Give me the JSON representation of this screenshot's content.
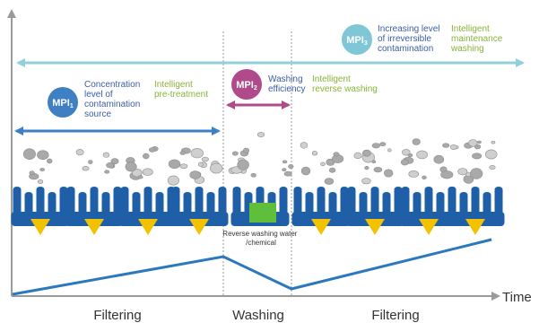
{
  "axis": {
    "time_label": "Time"
  },
  "phases": [
    {
      "label": "Filtering"
    },
    {
      "label": "Washing"
    },
    {
      "label": "Filtering"
    }
  ],
  "indicators": [
    {
      "badge_main": "MPI",
      "badge_sub": "1",
      "badge_color": "#3f7fc4",
      "desc_lines": [
        "Concentration",
        "level of",
        "contamination",
        "source"
      ],
      "action_lines": [
        "Intelligent",
        "pre-treatment"
      ]
    },
    {
      "badge_main": "MPI",
      "badge_sub": "2",
      "badge_color": "#b14a8a",
      "desc_lines": [
        "Washing",
        "efficiency"
      ],
      "action_lines": [
        "Intelligent",
        "reverse washing"
      ]
    },
    {
      "badge_main": "MPI",
      "badge_sub": "3",
      "badge_color": "#7fc6d6",
      "desc_lines": [
        "Increasing level",
        "of irreversible",
        "contamination"
      ],
      "action_lines": [
        "Intelligent",
        "maintenance",
        "washing"
      ]
    }
  ],
  "washing_note_lines": [
    "Reverse washing water",
    "/chemical"
  ],
  "colors": {
    "membrane": "#1f5fa8",
    "foulant": "#f2c100",
    "washing_agent": "#5fbf3b",
    "trend_line": "#2a78be",
    "span_mpi1": "#3f7fc4",
    "span_mpi2": "#b14a8a",
    "span_mpi3": "#8fd0db",
    "desc_text": "#3b5ea6",
    "action_text": "#8ab33a"
  },
  "icons": [
    "membrane-icon",
    "foulant-icon",
    "particle-icon",
    "washing-agent-icon"
  ]
}
